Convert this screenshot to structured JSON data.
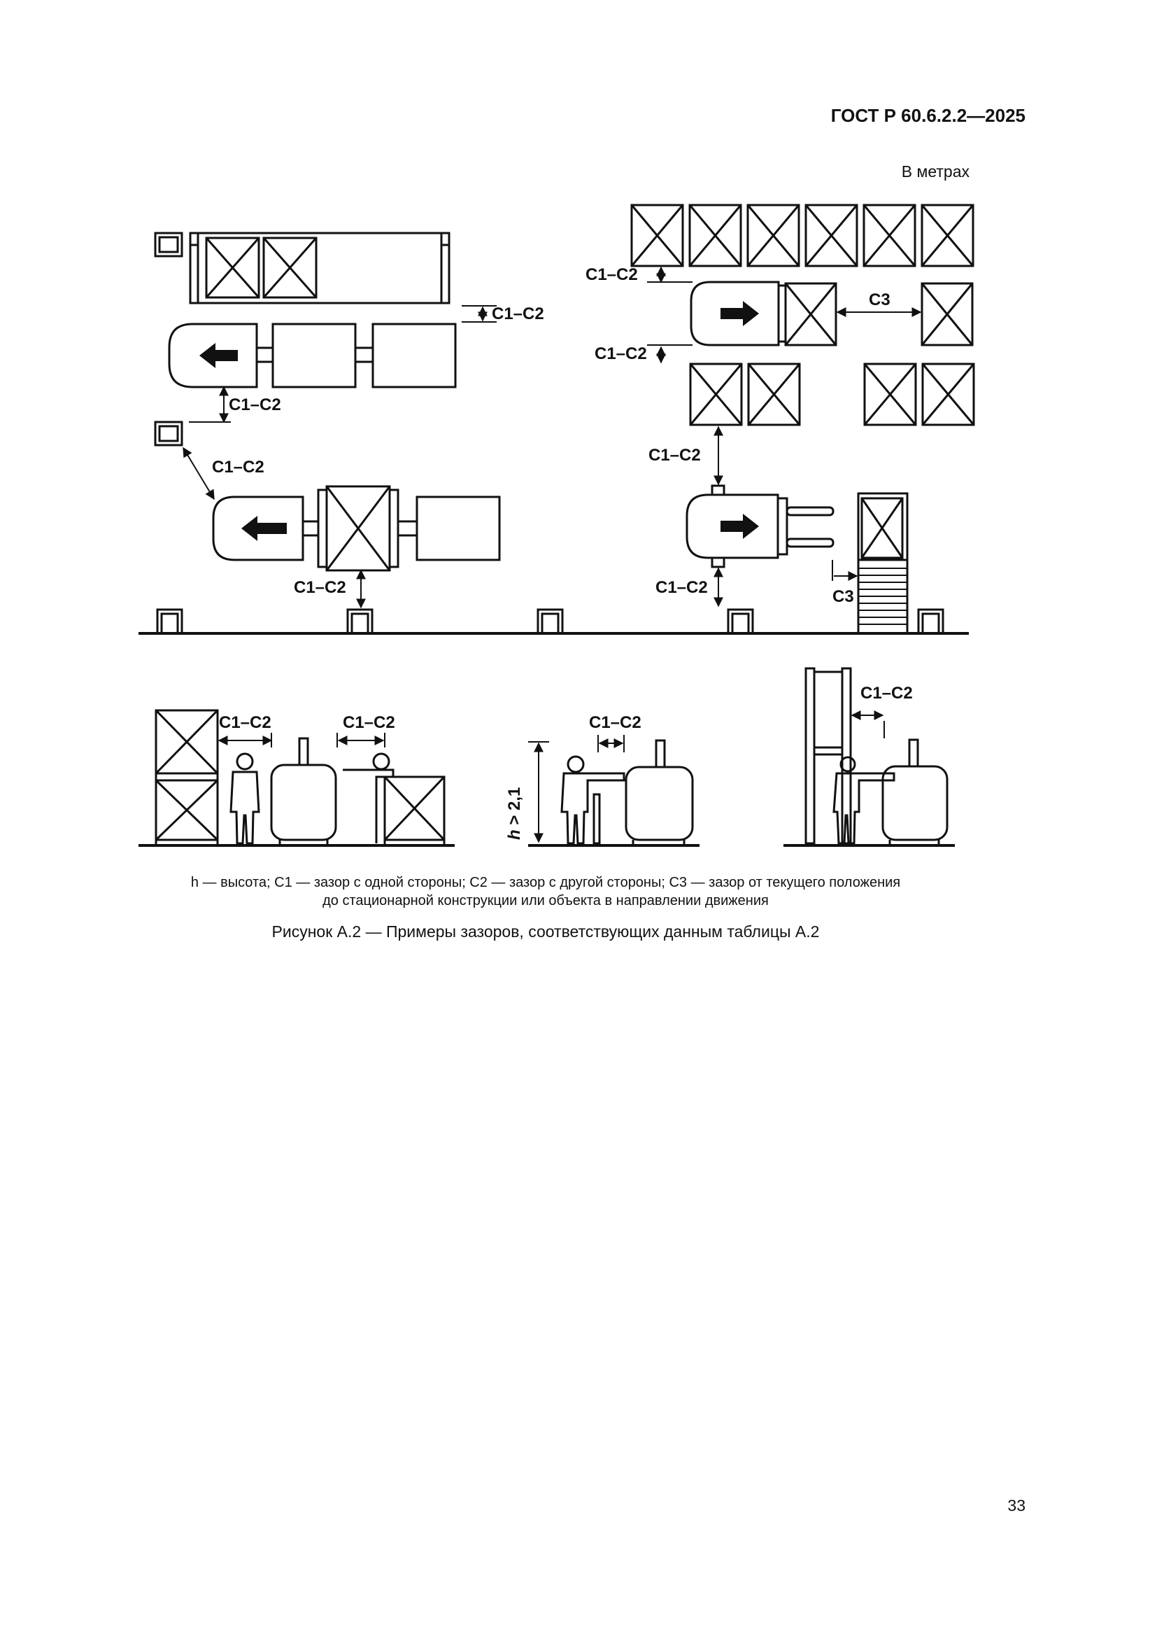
{
  "header": {
    "doc_code": "ГОСТ Р 60.6.2.2—2025"
  },
  "units": "В метрах",
  "figure": {
    "labels": {
      "c1c2": "C1–C2",
      "c3": "C3",
      "h": "h",
      "h_rest": " > 2,1"
    },
    "legend_line1": "h — высота; C1 — зазор с одной стороны; C2 — зазор с другой стороны; C3 — зазор от текущего положения",
    "legend_line2": "до стационарной конструкции или объекта в направлении движения",
    "caption": "Рисунок А.2 — Примеры зазоров, соответствующих данным таблицы А.2"
  },
  "page_number": "33"
}
